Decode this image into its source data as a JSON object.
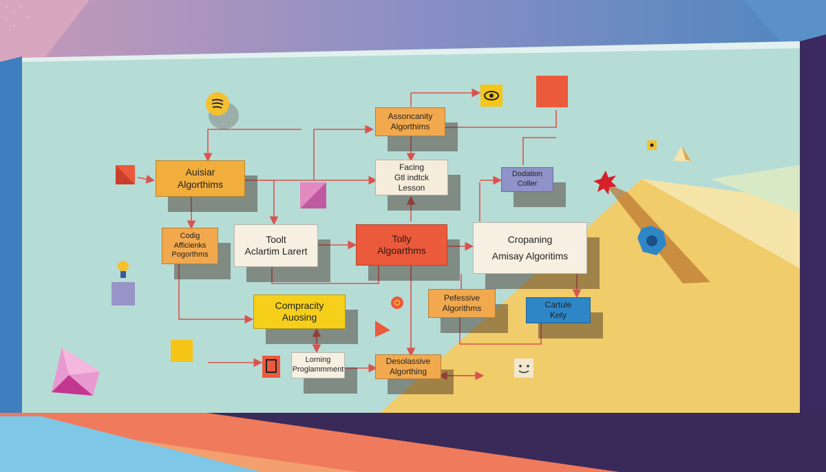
{
  "diagram": {
    "nodes": [
      {
        "id": "auisiar",
        "lines": [
          "Auisiar",
          "Algorthims"
        ],
        "color": "#f2ae3d"
      },
      {
        "id": "assoncanity",
        "lines": [
          "Assoncanity",
          "Algorthims"
        ],
        "color": "#f2a94e"
      },
      {
        "id": "facing",
        "lines": [
          "Facing",
          "Gtl indtck",
          "Lesson"
        ],
        "color": "#f5ecdc"
      },
      {
        "id": "dodation",
        "lines": [
          "Dodation",
          "Coller"
        ],
        "color": "#8f93c9"
      },
      {
        "id": "codig",
        "lines": [
          "Codig",
          "Afficienks",
          "Pogorthms"
        ],
        "color": "#f2a94e"
      },
      {
        "id": "toolt",
        "lines": [
          "Toolt",
          "Aclartim Larert"
        ],
        "color": "#f7f0e2"
      },
      {
        "id": "tolly",
        "lines": [
          "Tolly",
          "Algoarthms"
        ],
        "color": "#ec5a3c"
      },
      {
        "id": "cropaning",
        "lines": [
          "Cropaning",
          "Amisay Algoritims"
        ],
        "color": "#f7f0e2"
      },
      {
        "id": "compracity",
        "lines": [
          "Compracity",
          "Auosing"
        ],
        "color": "#f5cf1a"
      },
      {
        "id": "pefessive",
        "lines": [
          "Pefessive",
          "Algorithms"
        ],
        "color": "#f2a94e"
      },
      {
        "id": "cartule",
        "lines": [
          "Cartule",
          "Kety"
        ],
        "color": "#2f86c6"
      },
      {
        "id": "lorning",
        "lines": [
          "Lorning",
          "Proglammment"
        ],
        "color": "#f7f0e2"
      },
      {
        "id": "desolassive",
        "lines": [
          "Desolassive",
          "Algorthing"
        ],
        "color": "#f2a94e"
      }
    ],
    "icons": [
      {
        "id": "audio-badge-icon",
        "color": "#f5c12e"
      },
      {
        "id": "eye-icon",
        "color": "#f5c518"
      },
      {
        "id": "lightbulb-icon",
        "color": "#f5c12e"
      },
      {
        "id": "clipboard-icon",
        "color": "#ec5a3c"
      },
      {
        "id": "smiley-icon",
        "color": "#f3e7cf"
      },
      {
        "id": "starburst-icon",
        "color": "#d6202a"
      },
      {
        "id": "hexagon-icon",
        "color": "#2f86c6"
      },
      {
        "id": "triangle-play-icon",
        "color": "#ec5a3c"
      }
    ],
    "connector_color": "#d9534f"
  }
}
